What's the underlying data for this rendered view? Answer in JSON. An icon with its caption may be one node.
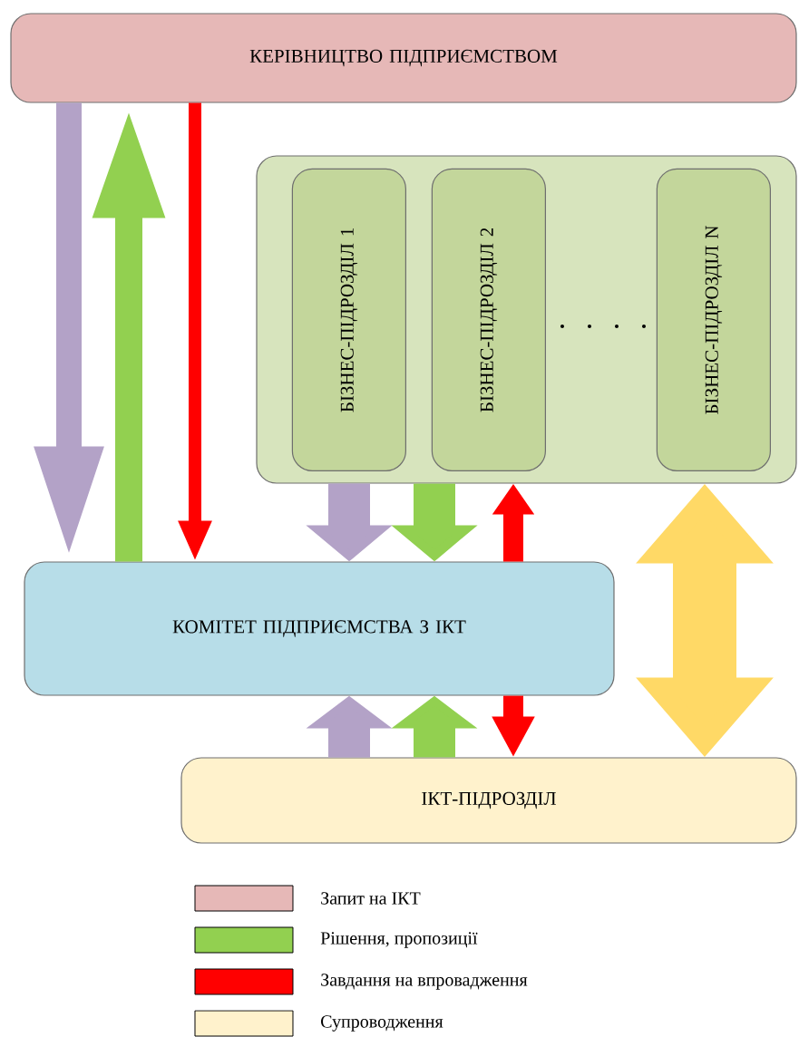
{
  "diagram": {
    "nodes": [
      {
        "text": [
          "КЕРІВНИЦТВО ПІДПРИЄМСТВОМ"
        ]
      },
      {
        "text": [],
        "shape": "box"
      },
      {
        "text": [
          "БІЗНЕС-ПІДРОЗДІЛ 1"
        ],
        "in": 1
      },
      {
        "text": [
          "БІЗНЕС-ПІДРОЗДІЛ 2"
        ],
        "in": 1
      },
      {
        "text": [
          "БІЗНЕС-ПІДРОЗДІЛ N"
        ],
        "in": 1
      },
      {
        "text": [
          "КОМІТЕТ ПІДПРИЄМСТВА З ІКТ"
        ]
      },
      {
        "text": [
          "ІКТ-ПІДРОЗДІЛ"
        ]
      }
    ],
    "edges": [
      {
        "from": 0,
        "to": 5,
        "arrow": "to",
        "color": "#b3a2c7"
      },
      {
        "from": 5,
        "to": 0,
        "arrow": "to",
        "color": "#92d050"
      },
      {
        "from": 0,
        "to": 5,
        "arrow": "to",
        "color": "#ff0000"
      },
      {
        "from": 1,
        "to": 5,
        "arrow": "to",
        "color": "#b3a2c7"
      },
      {
        "from": 1,
        "to": 5,
        "arrow": "to",
        "color": "#92d050"
      },
      {
        "from": 5,
        "to": 1,
        "arrow": "to",
        "color": "#ff0000"
      },
      {
        "from": 6,
        "to": 5,
        "arrow": "to",
        "color": "#b3a2c7"
      },
      {
        "from": 6,
        "to": 5,
        "arrow": "to",
        "color": "#92d050"
      },
      {
        "from": 5,
        "to": 6,
        "arrow": "to",
        "color": "#ff0000"
      },
      {
        "from": 1,
        "to": 6,
        "arrow": "both",
        "style": "thick",
        "color": "#ffd966"
      }
    ],
    "legend": [
      {
        "text": "Запит на ІКТ",
        "color": "#e6b8b7"
      },
      {
        "text": "Рішення, пропозиції",
        "color": "#92d050"
      },
      {
        "text": "Завдання на впровадження",
        "color": "#ff0000"
      },
      {
        "text": "Супроводження",
        "color": "#fff2cc"
      }
    ]
  }
}
